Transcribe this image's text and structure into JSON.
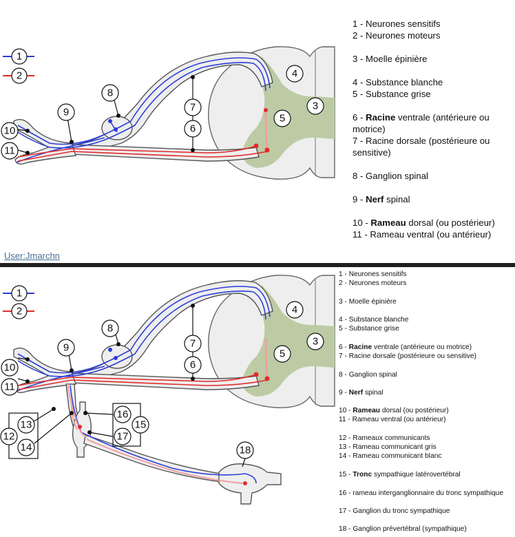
{
  "credit": "User:Jmarchn",
  "colors": {
    "sensory": "#2b3fd6",
    "motor": "#e32b2b",
    "grey_matter": "#bccba4",
    "cord": "#eeeeee"
  },
  "markers": {
    "m1": "1",
    "m2": "2",
    "m3": "3",
    "m4": "4",
    "m5": "5",
    "m6": "6",
    "m7": "7",
    "m8": "8",
    "m9": "9",
    "m10": "10",
    "m11": "11",
    "m12": "12",
    "m13": "13",
    "m14": "14",
    "m15": "15",
    "m16": "16",
    "m17": "17",
    "m18": "18"
  },
  "legend_top": {
    "l1": "1 - Neurones sensitifs",
    "l2": "2 - Neurones moteurs",
    "l3": "3 - Moelle épinière",
    "l4": "4 - Substance blanche",
    "l5": "5 - Substance grise",
    "l6_a": "6 - ",
    "l6_b": "Racine",
    "l6_c": " ventrale (antérieure ou motrice)",
    "l7": "7 - Racine dorsale   (postérieure ou sensitive)",
    "l8": "8 - Ganglion spinal",
    "l9_a": "9 - ",
    "l9_b": "Nerf",
    "l9_c": " spinal",
    "l10_a": "10 - ",
    "l10_b": "Rameau",
    "l10_c": " dorsal (ou postérieur)",
    "l11": "11 - Rameau ventral (ou antérieur)"
  },
  "legend_bottom": {
    "l1": "1 - Neurones sensitifs",
    "l2": "2 - Neurones moteurs",
    "l3": "3 - Moelle épinière",
    "l4": "4 - Substance blanche",
    "l5": "5 - Substance grise",
    "l6_a": "6 - ",
    "l6_b": "Racine",
    "l6_c": " ventrale (antérieure ou motrice)",
    "l7": "7 - Racine dorsale   (postérieure ou sensitive)",
    "l8": "8 - Ganglion spinal",
    "l9_a": "9 - ",
    "l9_b": "Nerf",
    "l9_c": " spinal",
    "l10_a": "10 - ",
    "l10_b": "Rameau",
    "l10_c": " dorsal (ou postérieur)",
    "l11": "11 - Rameau ventral (ou antérieur)",
    "l12": "12 - Rameaux communicants",
    "l13": "13 -  Rameau communicant gris",
    "l14": "14 -  Rameau communicant blanc",
    "l15_a": "15 - ",
    "l15_b": "Tronc",
    "l15_c": " sympathique latérovertébral",
    "l16": "16 - rameau interganglionnaire du tronc sympathique",
    "l17": "17 - Ganglion du tronc sympathique",
    "l18": "18 - Ganglion prévertébral (sympathique)"
  }
}
